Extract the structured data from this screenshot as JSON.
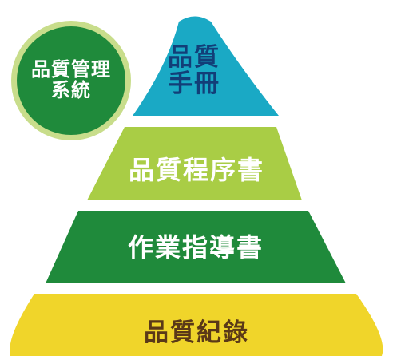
{
  "badge": {
    "line1": "品質管理",
    "line2": "系統"
  },
  "pyramid": {
    "levels": [
      {
        "line1": "品質",
        "line2": "手冊",
        "color": "#1aa9c5"
      },
      {
        "label": "品質程序書",
        "color": "#a9cd45"
      },
      {
        "label": "作業指導書",
        "color": "#1f8a3b"
      },
      {
        "label": "品質紀錄",
        "color": "#f0d52a"
      }
    ]
  }
}
